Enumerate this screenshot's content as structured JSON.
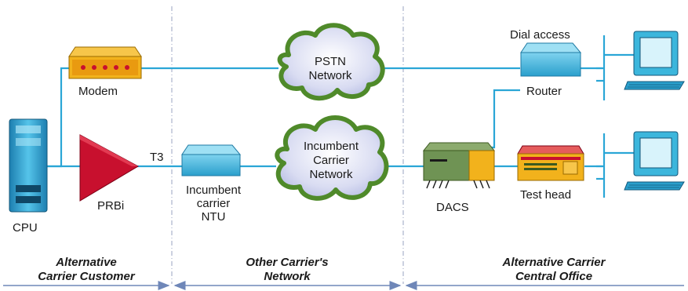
{
  "labels": {
    "cpu": "CPU",
    "modem": "Modem",
    "prbi": "PRBi",
    "t3": "T3",
    "ntu_line1": "Incumbent",
    "ntu_line2": "carrier",
    "ntu_line3": "NTU",
    "dacs": "DACS",
    "router": "Router",
    "dial_access": "Dial access",
    "test_head": "Test head"
  },
  "clouds": {
    "pstn_line1": "PSTN",
    "pstn_line2": "Network",
    "incumbent_line1": "Incumbent",
    "incumbent_line2": "Carrier",
    "incumbent_line3": "Network"
  },
  "sections": {
    "customer_line1": "Alternative",
    "customer_line2": "Carrier Customer",
    "other_line1": "Other Carrier's",
    "other_line2": "Network",
    "central_line1": "Alternative Carrier",
    "central_line2": "Central Office"
  },
  "colors": {
    "link": "#2aa6d6",
    "arrow": "#6f87b8",
    "divider": "#9aa3c0",
    "prbi_red": "#c8102e",
    "device_cyan": "#3cb6dc",
    "modem_yellow": "#f2b21c",
    "cloud_green": "#4f8a2a"
  }
}
